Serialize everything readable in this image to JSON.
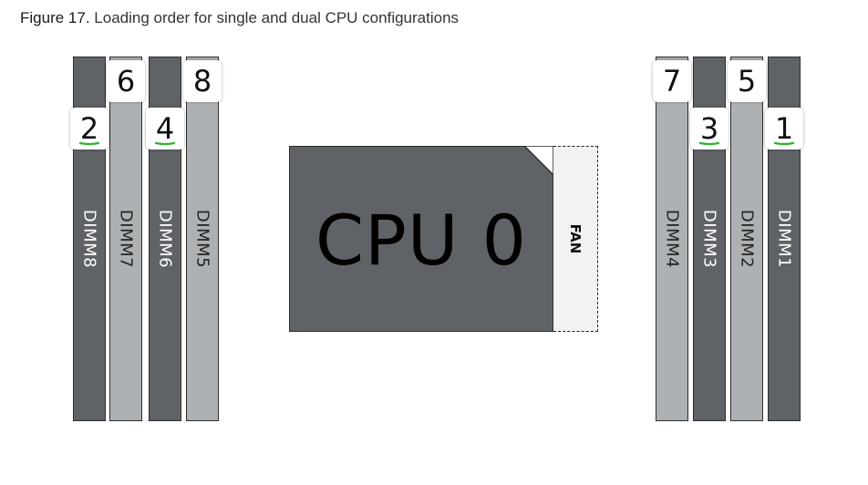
{
  "caption": {
    "figure": "Figure 17.",
    "text": "Loading order for single and dual CPU configurations"
  },
  "cpu": {
    "label": "CPU 0"
  },
  "fan": {
    "label": "FAN"
  },
  "dimms": [
    {
      "label": "DIMM8",
      "shade": "dark",
      "order": "2",
      "underlined": true
    },
    {
      "label": "DIMM7",
      "shade": "light",
      "order": "6",
      "underlined": false
    },
    {
      "label": "DIMM6",
      "shade": "dark",
      "order": "4",
      "underlined": true
    },
    {
      "label": "DIMM5",
      "shade": "light",
      "order": "8",
      "underlined": false
    },
    {
      "label": "DIMM4",
      "shade": "light",
      "order": "7",
      "underlined": false
    },
    {
      "label": "DIMM3",
      "shade": "dark",
      "order": "3",
      "underlined": true
    },
    {
      "label": "DIMM2",
      "shade": "light",
      "order": "5",
      "underlined": false
    },
    {
      "label": "DIMM1",
      "shade": "dark",
      "order": "1",
      "underlined": true
    }
  ],
  "colors": {
    "dark_slot": "#5f6266",
    "light_slot": "#aeb1b3",
    "underline": "#2bb52b",
    "fan_bg": "#f2f2f2"
  }
}
